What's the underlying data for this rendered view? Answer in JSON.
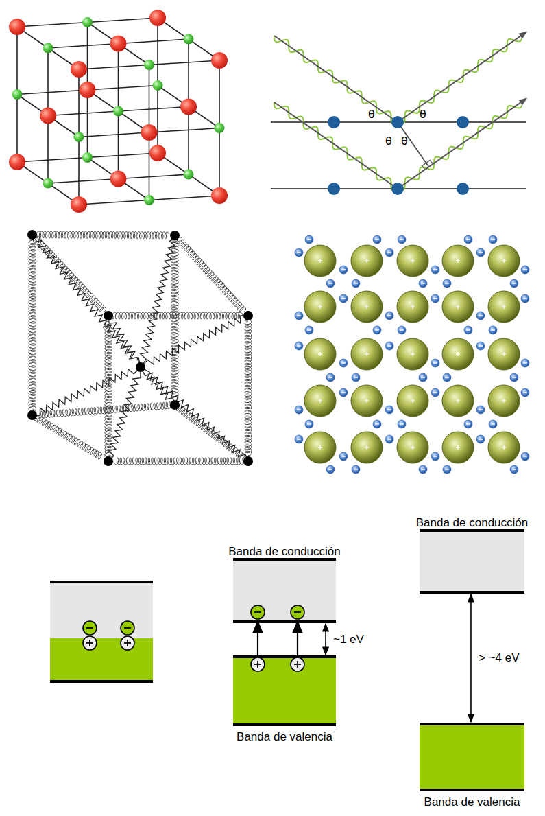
{
  "diagram": {
    "nodes": [
      {
        "text": [
          "Banda de conducción"
        ]
      },
      {
        "text": [
          "Banda de valencia"
        ]
      },
      {
        "text": [
          "Banda de conducción"
        ]
      },
      {
        "text": [
          "Banda de valencia"
        ]
      }
    ],
    "edges": [
      {
        "from": 1,
        "to": 0,
        "arrow": "both",
        "label": "~1 eV"
      },
      {
        "from": 3,
        "to": 2,
        "arrow": "both",
        "label": "> ~4 eV"
      }
    ],
    "labels": [
      "θ",
      "θ",
      "θ",
      "θ"
    ]
  }
}
